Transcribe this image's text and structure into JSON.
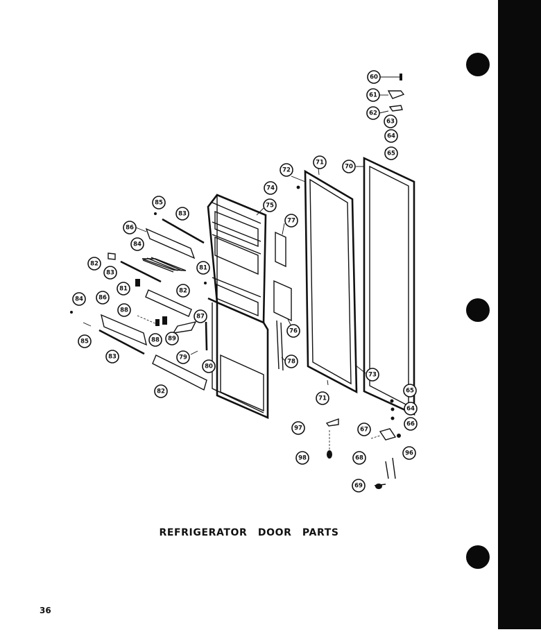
{
  "diagram": {
    "caption": "REFRIGERATOR DOOR PARTS",
    "page_number": "36",
    "callouts": [
      {
        "id": "c01",
        "label": "60"
      },
      {
        "id": "c02",
        "label": "61"
      },
      {
        "id": "c03",
        "label": "62"
      },
      {
        "id": "c04",
        "label": "63"
      },
      {
        "id": "c05",
        "label": "64"
      },
      {
        "id": "c06",
        "label": "65"
      },
      {
        "id": "c07",
        "label": "72"
      },
      {
        "id": "c08",
        "label": "71"
      },
      {
        "id": "c09",
        "label": "70"
      },
      {
        "id": "c10",
        "label": "74"
      },
      {
        "id": "c11",
        "label": "75"
      },
      {
        "id": "c12",
        "label": "77"
      },
      {
        "id": "c13",
        "label": "85"
      },
      {
        "id": "c14",
        "label": "83"
      },
      {
        "id": "c15",
        "label": "86"
      },
      {
        "id": "c16",
        "label": "84"
      },
      {
        "id": "c17",
        "label": "82"
      },
      {
        "id": "c18",
        "label": "83"
      },
      {
        "id": "c19",
        "label": "81"
      },
      {
        "id": "c20",
        "label": "81"
      },
      {
        "id": "c21",
        "label": "82"
      },
      {
        "id": "c22",
        "label": "84"
      },
      {
        "id": "c23",
        "label": "86"
      },
      {
        "id": "c24",
        "label": "88"
      },
      {
        "id": "c25",
        "label": "87"
      },
      {
        "id": "c26",
        "label": "76"
      },
      {
        "id": "c27",
        "label": "85"
      },
      {
        "id": "c28",
        "label": "88"
      },
      {
        "id": "c29",
        "label": "89"
      },
      {
        "id": "c30",
        "label": "83"
      },
      {
        "id": "c31",
        "label": "79"
      },
      {
        "id": "c32",
        "label": "80"
      },
      {
        "id": "c33",
        "label": "78"
      },
      {
        "id": "c34",
        "label": "73"
      },
      {
        "id": "c35",
        "label": "82"
      },
      {
        "id": "c36",
        "label": "71"
      },
      {
        "id": "c37",
        "label": "65"
      },
      {
        "id": "c38",
        "label": "64"
      },
      {
        "id": "c39",
        "label": "66"
      },
      {
        "id": "c40",
        "label": "97"
      },
      {
        "id": "c41",
        "label": "67"
      },
      {
        "id": "c42",
        "label": "68"
      },
      {
        "id": "c43",
        "label": "96"
      },
      {
        "id": "c44",
        "label": "98"
      },
      {
        "id": "c45",
        "label": "69"
      }
    ]
  }
}
